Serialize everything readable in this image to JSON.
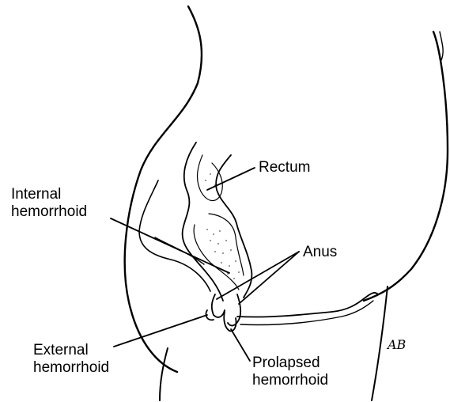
{
  "labels": {
    "rectum": "Rectum",
    "internal_line1": "Internal",
    "internal_line2": "hemorrhoid",
    "anus": "Anus",
    "external_line1": "External",
    "external_line2": "hemorrhoid",
    "prolapsed_line1": "Prolapsed",
    "prolapsed_line2": "hemorrhoid"
  },
  "signature": "AB",
  "colors": {
    "ink": "#000000",
    "background": "#ffffff",
    "stipple": "#555555"
  }
}
